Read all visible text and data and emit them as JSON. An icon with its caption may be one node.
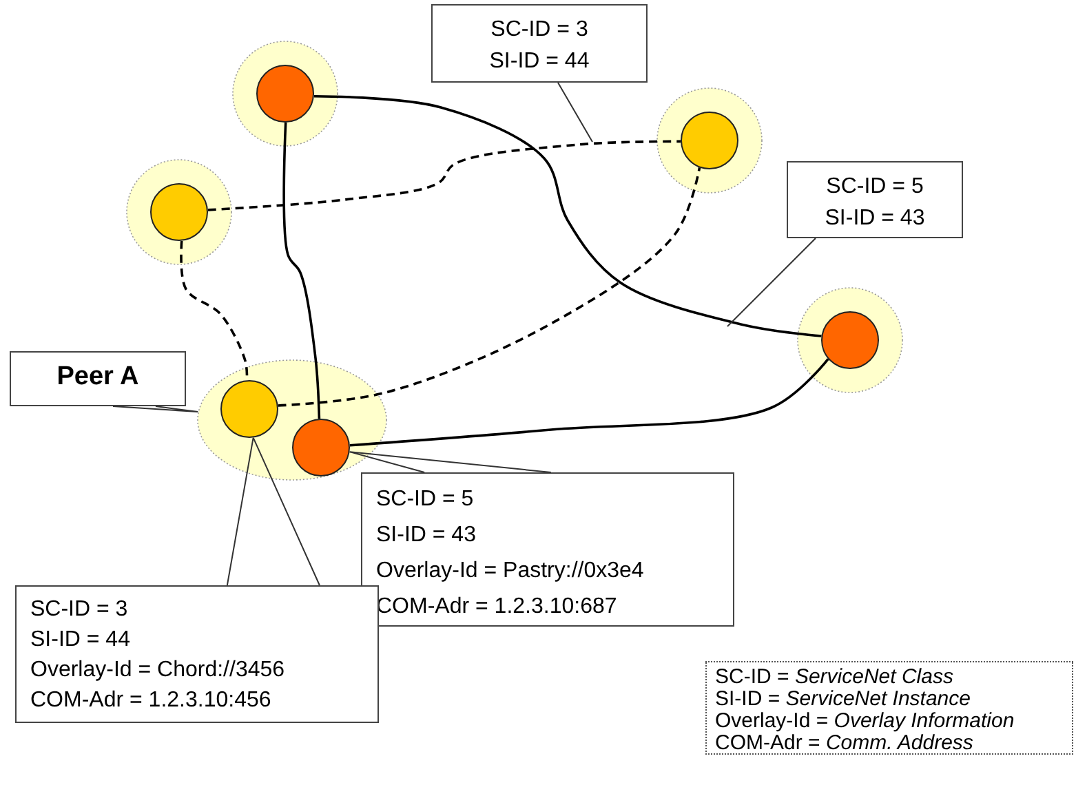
{
  "diagram": {
    "nodes": [
      {
        "text": [
          "SC-ID = 3",
          "SI-ID = 44"
        ]
      },
      {
        "text": [],
        "shape": "circle"
      },
      {
        "text": [],
        "shape": "circle"
      },
      {
        "text": [],
        "shape": "circle"
      },
      {
        "text": [
          "SC-ID = 5",
          "SI-ID = 43"
        ]
      },
      {
        "text": [],
        "shape": "circle"
      },
      {
        "text": [
          "Peer A"
        ]
      },
      {
        "text": [],
        "shape": "ellipse"
      },
      {
        "text": [],
        "shape": "circle",
        "in": 7
      },
      {
        "text": [],
        "shape": "circle",
        "in": 7
      },
      {
        "text": [
          "SC-ID = 5",
          "SI-ID = 43",
          "Overlay-Id = Pastry://0x3e4",
          "COM-Adr = 1.2.3.10:687"
        ]
      },
      {
        "text": [
          "SC-ID = 3",
          "SI-ID = 44",
          "Overlay-Id = Chord://3456",
          "COM-Adr = 1.2.3.10:456"
        ]
      }
    ],
    "edges": [
      {
        "from": 1,
        "to": 5,
        "arrow": "none"
      },
      {
        "from": 1,
        "to": 9,
        "arrow": "none"
      },
      {
        "from": 9,
        "to": 5,
        "arrow": "none"
      },
      {
        "from": 3,
        "to": 2,
        "arrow": "none",
        "style": "dashed"
      },
      {
        "from": 3,
        "to": 8,
        "arrow": "none",
        "style": "dashed"
      },
      {
        "from": 8,
        "to": 2,
        "arrow": "none",
        "style": "dashed"
      },
      {
        "from": 0,
        "to": null,
        "arrow": "none"
      },
      {
        "from": 4,
        "to": null,
        "arrow": "none"
      },
      {
        "from": 6,
        "to": 7,
        "arrow": "none"
      },
      {
        "from": 10,
        "to": 9,
        "arrow": "none"
      },
      {
        "from": 11,
        "to": 8,
        "arrow": "none"
      }
    ],
    "labels": [
      "SC-ID = *ServiceNet Class*",
      "SI-ID = *ServiceNet Instance*",
      "Overlay-Id = *Overlay Information*",
      "COM-Adr = *Comm. Address*"
    ]
  }
}
